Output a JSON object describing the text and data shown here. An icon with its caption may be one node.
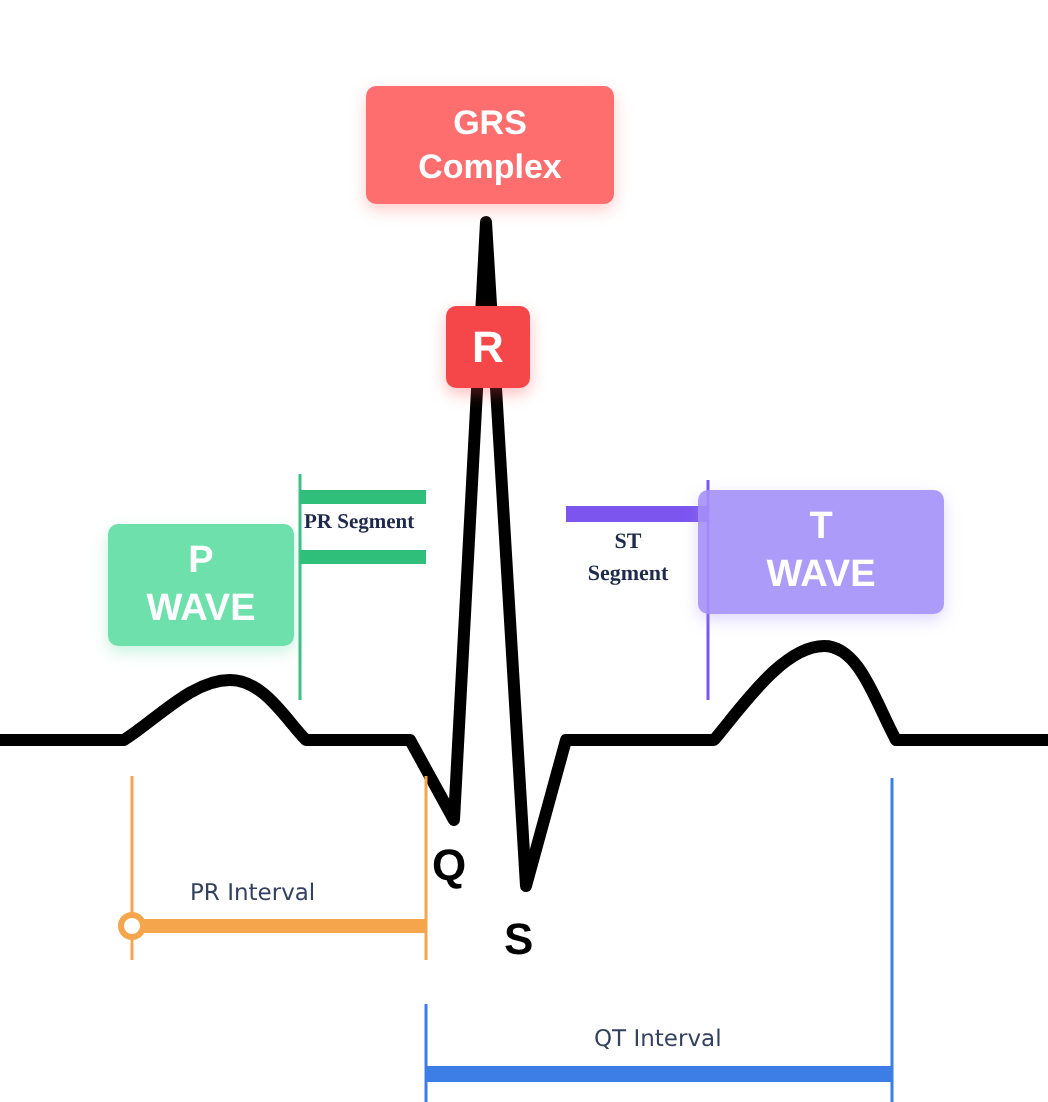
{
  "diagram": {
    "nodes": [
      {
        "text": [
          "GRS Complex"
        ]
      },
      {
        "text": [
          "R"
        ]
      },
      {
        "text": [
          "P WAVE"
        ]
      },
      {
        "text": [
          "T WAVE"
        ]
      }
    ],
    "labels": [
      "PR Segment",
      "ST Segment",
      "Q",
      "PR Interval",
      "S",
      "QT Interval"
    ]
  }
}
